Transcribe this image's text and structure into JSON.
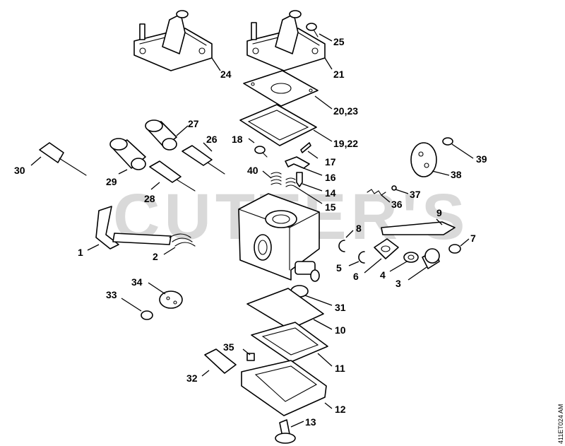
{
  "watermark": "CUTTER'S",
  "drawing_code": "411ET024 AM",
  "callouts": {
    "c1": "1",
    "c2": "2",
    "c3": "3",
    "c4": "4",
    "c5": "5",
    "c6": "6",
    "c7": "7",
    "c8": "8",
    "c9": "9",
    "c10": "10",
    "c11": "11",
    "c12": "12",
    "c13": "13",
    "c14": "14",
    "c15": "15",
    "c16": "16",
    "c17": "17",
    "c18": "18",
    "c19_22": "19,22",
    "c20_23": "20,23",
    "c21": "21",
    "c24": "24",
    "c25": "25",
    "c26": "26",
    "c27": "27",
    "c28": "28",
    "c29": "29",
    "c30": "30",
    "c31": "31",
    "c32": "32",
    "c33": "33",
    "c34": "34",
    "c35": "35",
    "c36": "36",
    "c37": "37",
    "c38": "38",
    "c39": "39",
    "c40": "40"
  }
}
